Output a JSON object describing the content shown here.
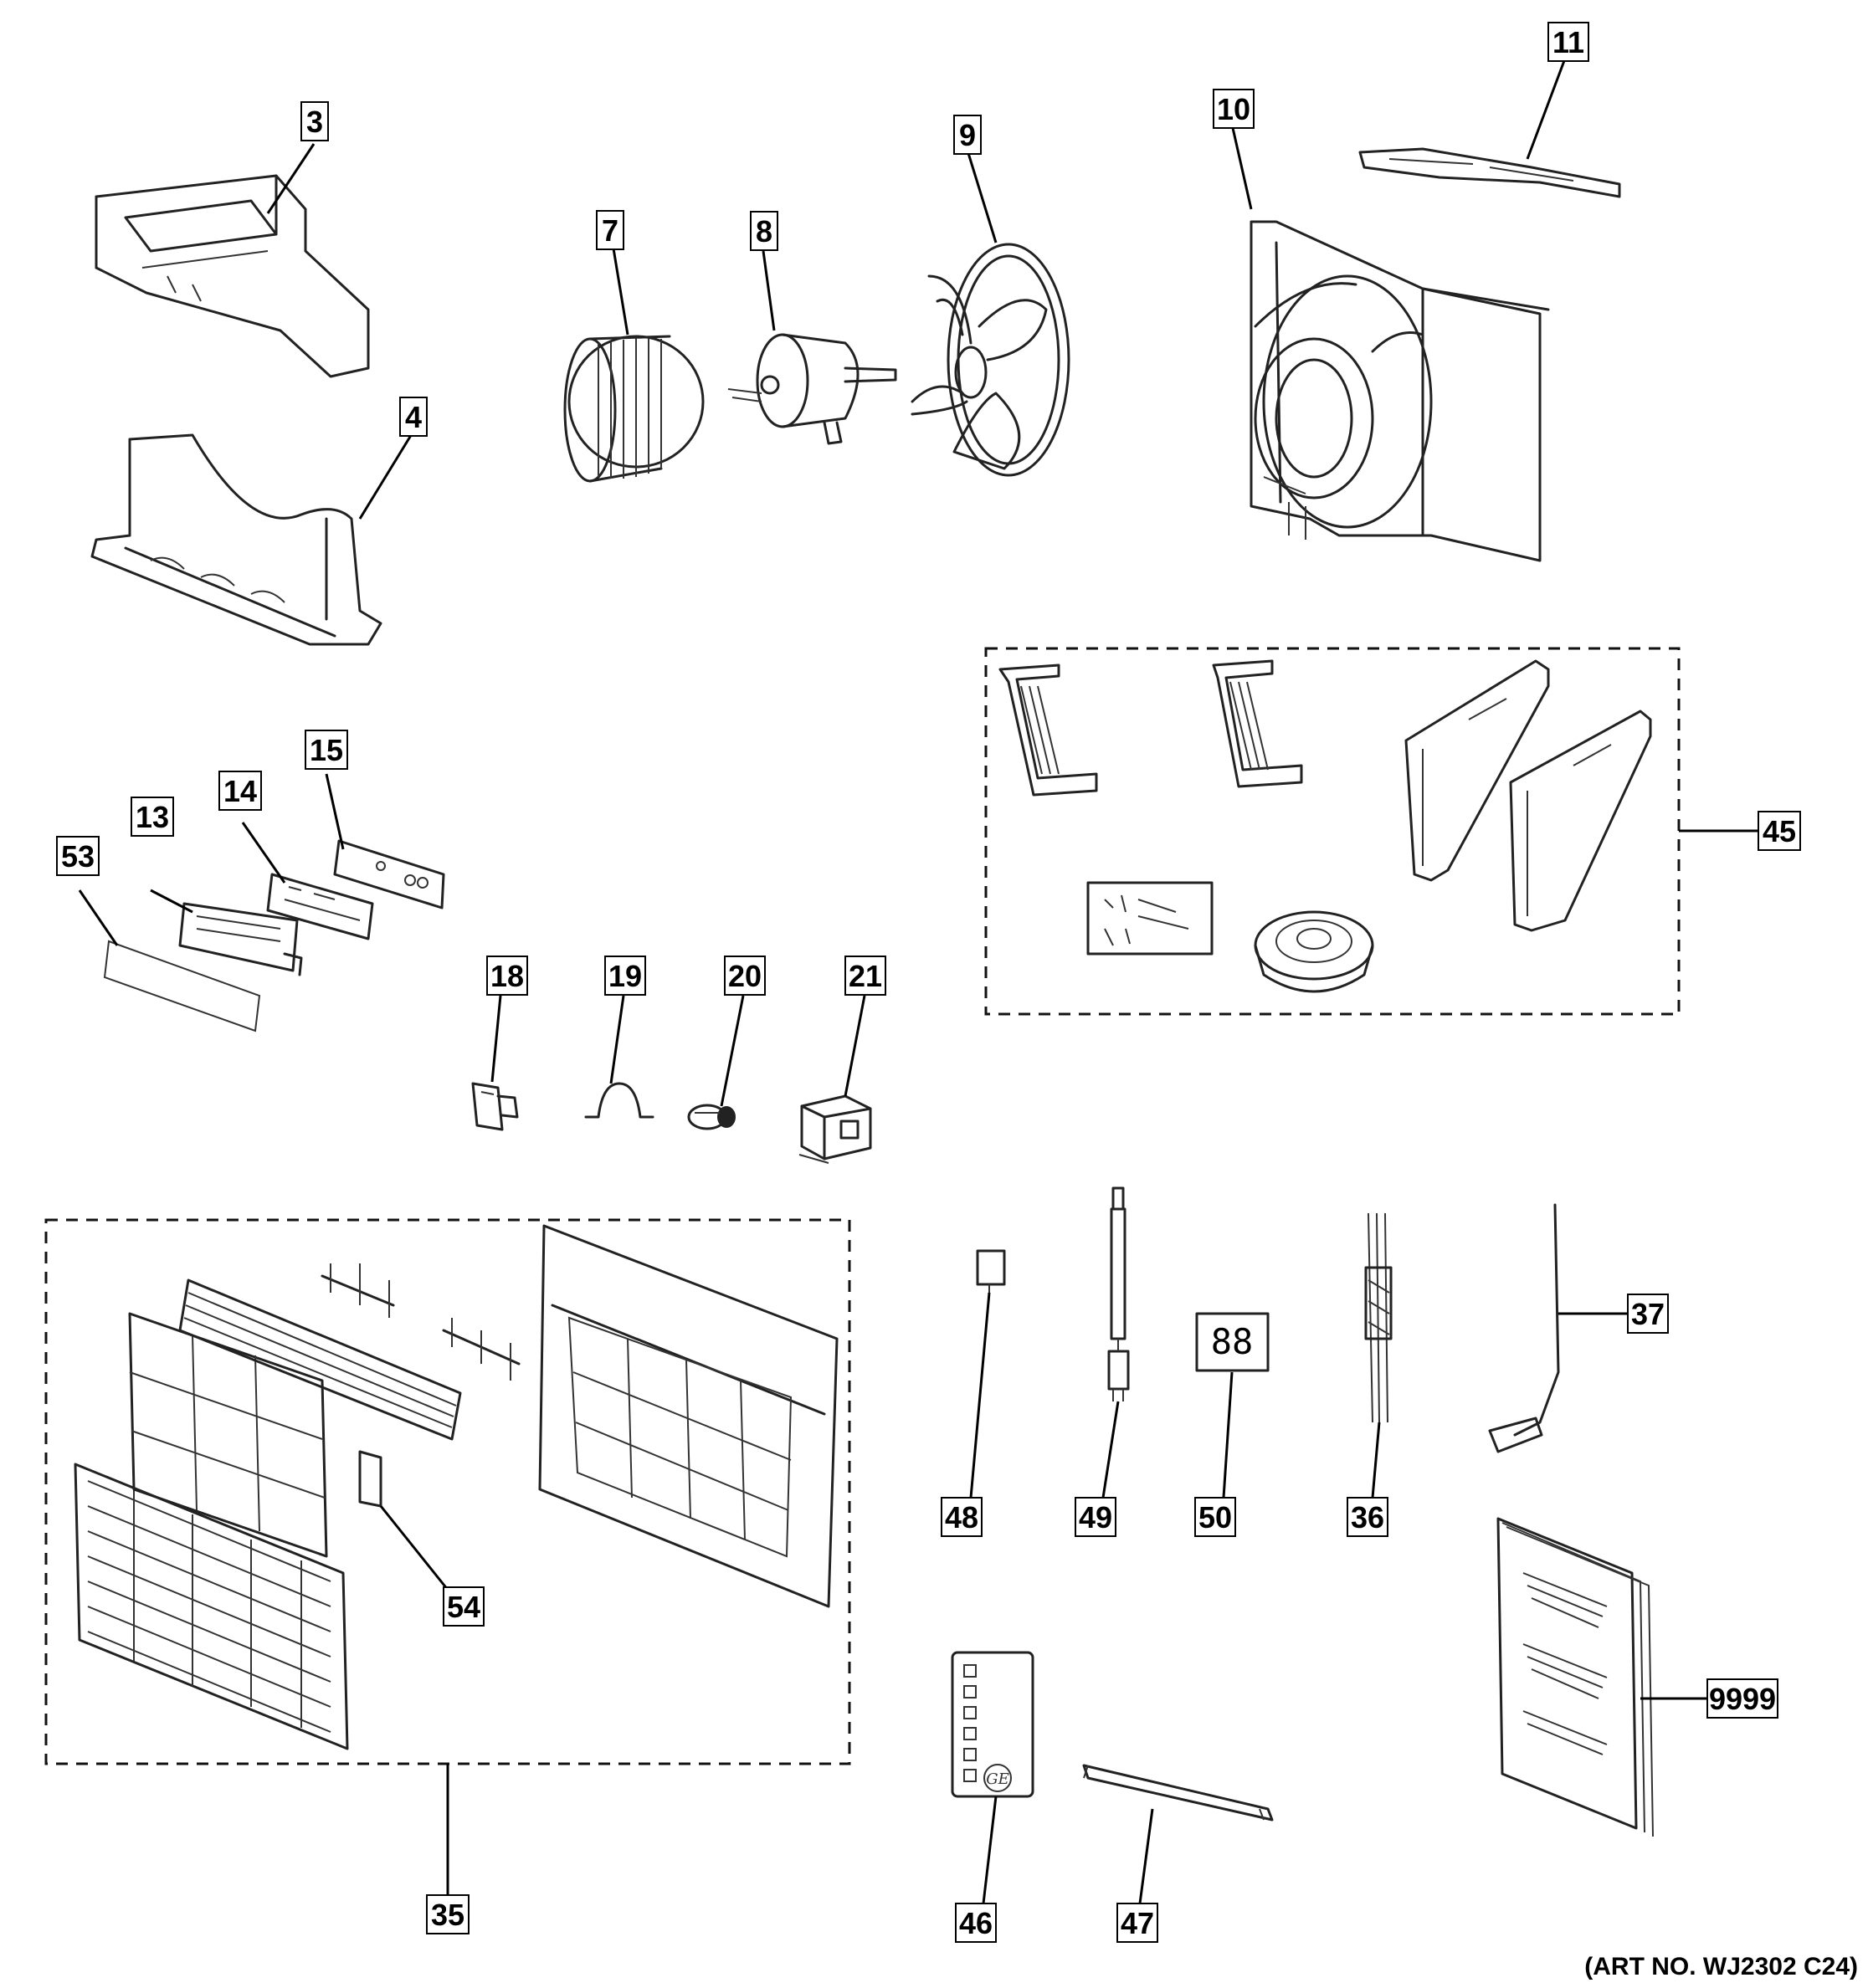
{
  "callouts": {
    "c3": "3",
    "c4": "4",
    "c7": "7",
    "c8": "8",
    "c9": "9",
    "c10": "10",
    "c11": "11",
    "c13": "13",
    "c14": "14",
    "c15": "15",
    "c53": "53",
    "c18": "18",
    "c19": "19",
    "c20": "20",
    "c21": "21",
    "c45": "45",
    "c35": "35",
    "c54": "54",
    "c48": "48",
    "c49": "49",
    "c50": "50",
    "c36": "36",
    "c37": "37",
    "c46": "46",
    "c47": "47",
    "c9999": "9999"
  },
  "art_number": "(ART NO. WJ2302 C24)",
  "display_digits": "88",
  "logo_text": "GE"
}
